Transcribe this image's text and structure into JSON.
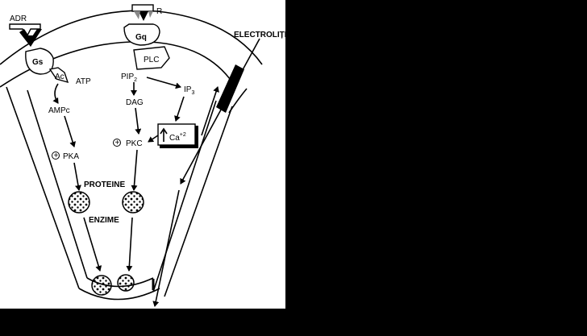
{
  "diagram": {
    "colors": {
      "panel_bg": "#ffffff",
      "outside_bg": "#000000",
      "ink": "#000000"
    },
    "labels": {
      "adr": "ADR",
      "r": "R",
      "gs": "Gs",
      "ac": "Ac",
      "gq": "Gq",
      "plc": "PLC",
      "atp": "ATP",
      "pip2_main": "PIP",
      "pip2_sub": "2",
      "ip3_main": "IP",
      "ip3_sub": "3",
      "dag": "DAG",
      "ampc": "AMPc",
      "ca_main": "Ca",
      "ca_sup": "+2",
      "pka": "PKA",
      "pkc": "PKC",
      "proteine": "PROTEINE",
      "enzime": "ENZIME",
      "electroliti": "ELECTROLIȚI"
    },
    "icons": [
      "up-arrow-icon",
      "plus-circle-icon"
    ]
  }
}
